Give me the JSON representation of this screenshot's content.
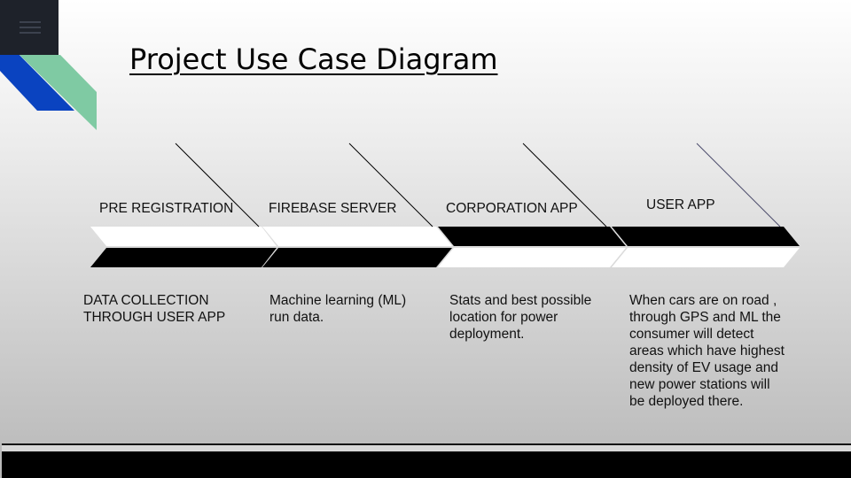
{
  "slide": {
    "title": "Project Use Case Diagram"
  },
  "menu": {
    "icon": "hamburger-menu-icon"
  },
  "colors": {
    "blue_ribbon": "#0a43c0",
    "green_ribbon": "#7fcaa3",
    "menu_bg": "#1e222a",
    "dark_band": "#000000",
    "light_band": "#ffffff"
  },
  "stages": [
    {
      "label": "PRE REGISTRATION",
      "description": "DATA COLLECTION\nTHROUGH USER APP"
    },
    {
      "label": "FIREBASE SERVER",
      "description": "Machine learning (ML)\nrun data."
    },
    {
      "label": "CORPORATION APP",
      "description": "Stats and best possible\nlocation for power\ndeployment."
    },
    {
      "label": "USER APP",
      "description": "When cars are  on road ,\nthrough GPS and ML the\nconsumer will detect\nareas which have highest\ndensity of EV usage and\nnew power stations will\nbe deployed there."
    }
  ]
}
